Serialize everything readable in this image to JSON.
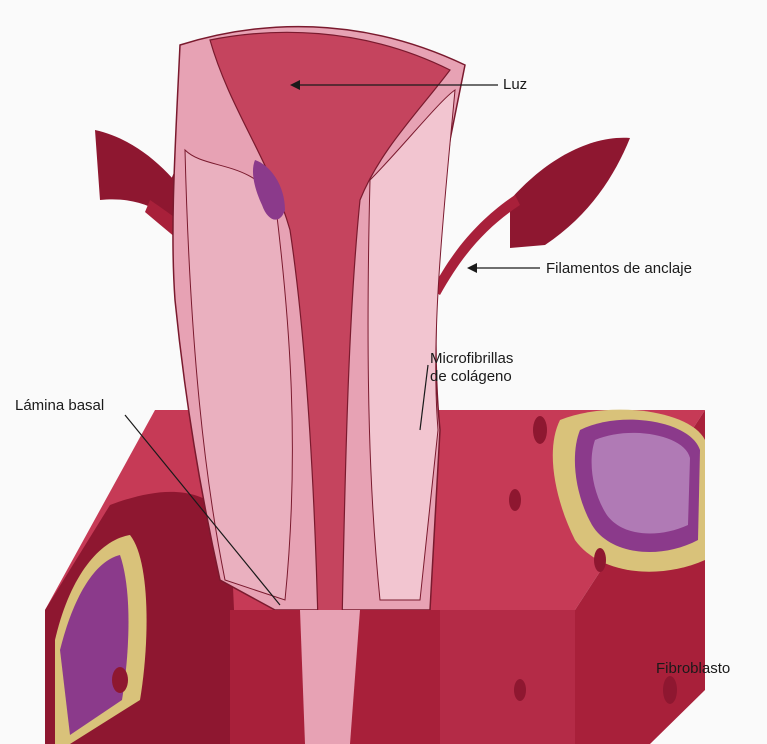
{
  "labels": {
    "luz": "Luz",
    "filamentos": "Filamentos de anclaje",
    "microfibrillas_line1": "Microfibrillas",
    "microfibrillas_line2": "de colágeno",
    "lamina_basal": "Lámina basal",
    "fibroblasto": "Fibroblasto"
  },
  "colors": {
    "background": "#fafafa",
    "tissue_dark": "#a8203a",
    "tissue_mid": "#c63a56",
    "vessel_wall": "#e7a2b4",
    "vessel_light": "#f2c5d0",
    "lumen": "#c5445e",
    "nucleus_purple": "#8b3a8b",
    "fibroblast_yellow": "#d9c27a",
    "leader_line": "#1a1a1a"
  }
}
